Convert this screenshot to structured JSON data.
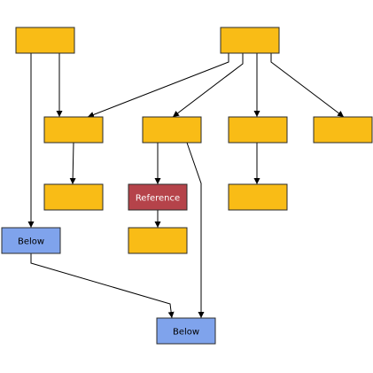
{
  "colors": {
    "default_node": "#F9BC16",
    "default_stroke": "#2B2B2B",
    "below_node": "#7FA3EC",
    "reference_node": "#B5434A",
    "edge": "#000000",
    "text_dark": "#000000",
    "text_light": "#FFFFFF"
  },
  "nodes": [
    {
      "id": "n1",
      "label": "",
      "kind": "default"
    },
    {
      "id": "n2",
      "label": "",
      "kind": "default"
    },
    {
      "id": "n3",
      "label": "",
      "kind": "default"
    },
    {
      "id": "n4",
      "label": "",
      "kind": "default"
    },
    {
      "id": "n5",
      "label": "",
      "kind": "default"
    },
    {
      "id": "n6",
      "label": "",
      "kind": "default"
    },
    {
      "id": "n7",
      "label": "",
      "kind": "default"
    },
    {
      "id": "ref",
      "label": "Reference",
      "kind": "reference"
    },
    {
      "id": "n8",
      "label": "",
      "kind": "default"
    },
    {
      "id": "below1",
      "label": "Below",
      "kind": "below"
    },
    {
      "id": "n9",
      "label": "",
      "kind": "default"
    },
    {
      "id": "below2",
      "label": "Below",
      "kind": "below"
    }
  ],
  "edges": [
    {
      "from": "n1",
      "to": "n3"
    },
    {
      "from": "n1",
      "to": "below1"
    },
    {
      "from": "n2",
      "to": "n3"
    },
    {
      "from": "n2",
      "to": "n4"
    },
    {
      "from": "n2",
      "to": "n5"
    },
    {
      "from": "n2",
      "to": "n6"
    },
    {
      "from": "n3",
      "to": "n7"
    },
    {
      "from": "n4",
      "to": "ref"
    },
    {
      "from": "n4",
      "to": "below2"
    },
    {
      "from": "n5",
      "to": "n8"
    },
    {
      "from": "ref",
      "to": "n9"
    },
    {
      "from": "below1",
      "to": "below2"
    }
  ]
}
